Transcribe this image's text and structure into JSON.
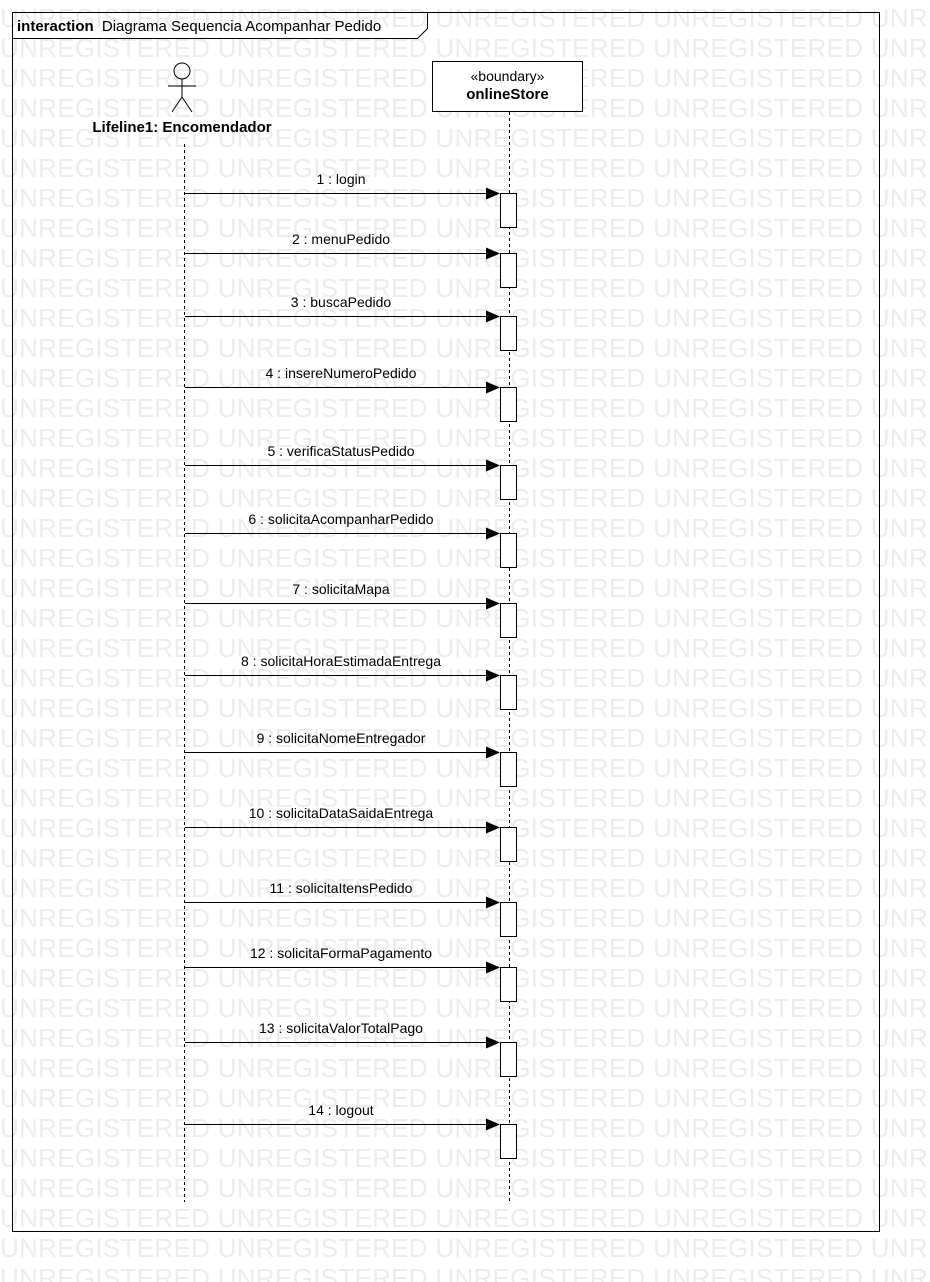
{
  "watermark": "UNREGISTERED",
  "frame": {
    "keyword": "interaction",
    "name": "Diagrama Sequencia Acompanhar Pedido"
  },
  "actor": {
    "label": "Lifeline1: Encomendador",
    "icon": "stick-figure-icon"
  },
  "boundary": {
    "stereotype": "«boundary»",
    "name": "onlineStore"
  },
  "messages": [
    {
      "label": "1 : login"
    },
    {
      "label": "2 : menuPedido"
    },
    {
      "label": "3 : buscaPedido"
    },
    {
      "label": "4 : insereNumeroPedido"
    },
    {
      "label": "5 : verificaStatusPedido"
    },
    {
      "label": "6 : solicitaAcompanharPedido"
    },
    {
      "label": "7 : solicitaMapa"
    },
    {
      "label": "8 : solicitaHoraEstimadaEntrega"
    },
    {
      "label": "9 : solicitaNomeEntregador"
    },
    {
      "label": "10 : solicitaDataSaidaEntrega"
    },
    {
      "label": "11 : solicitaItensPedido"
    },
    {
      "label": "12 : solicitaFormaPagamento"
    },
    {
      "label": "13 : solicitaValorTotalPago"
    },
    {
      "label": "14 : logout"
    }
  ],
  "colors": {
    "line": "#000000",
    "watermark": "#ececec"
  }
}
